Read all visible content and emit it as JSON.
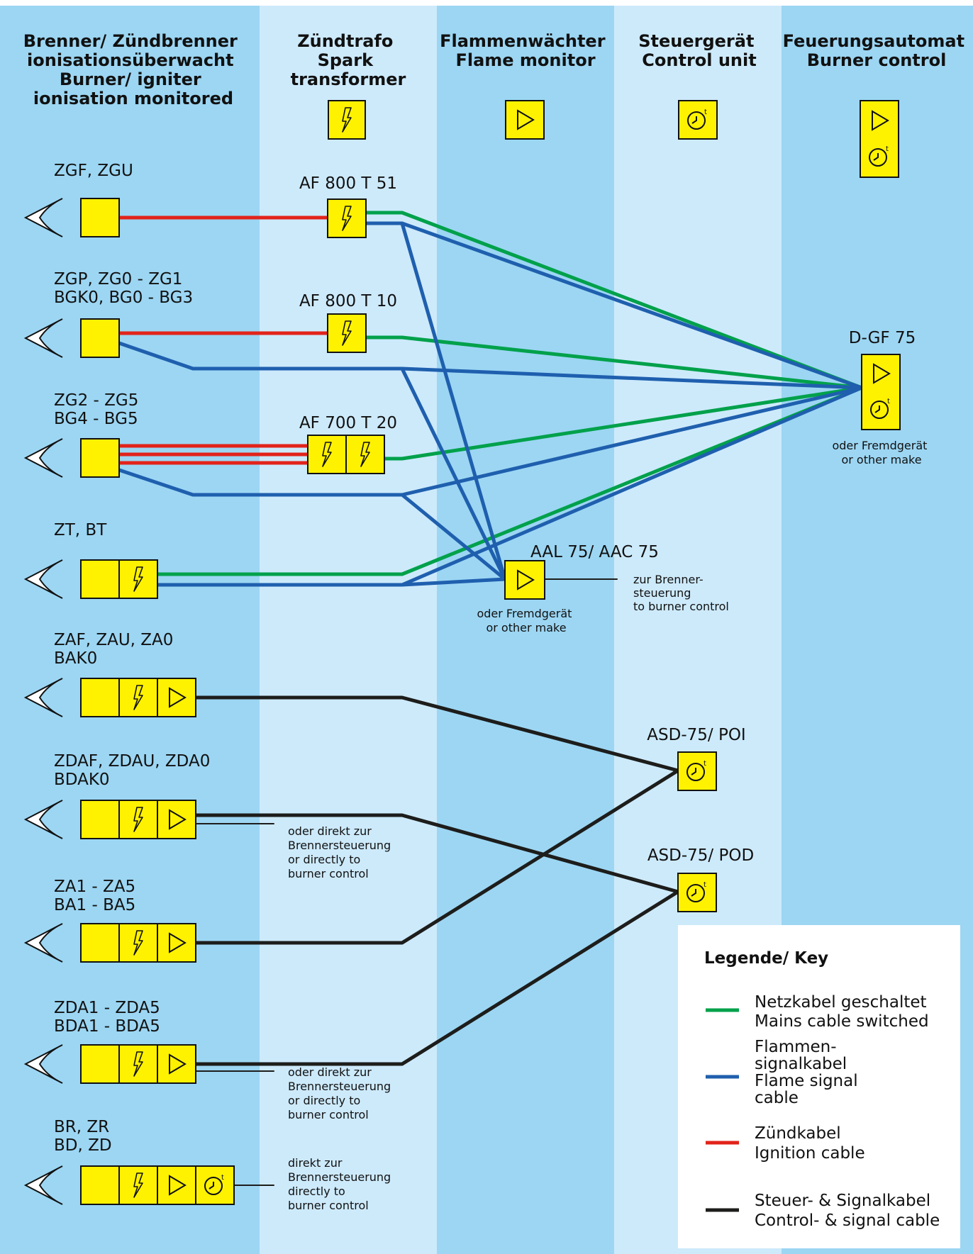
{
  "colors": {
    "col_dark": "#9cd6f3",
    "col_light": "#cdeafb",
    "device": "#fff200",
    "mains": "#00a14b",
    "flame": "#1f5fae",
    "ignition": "#e2231a",
    "control": "#1d1d1b"
  },
  "columns": [
    {
      "lines": [
        "Brenner/ Zündbrenner",
        "ionisationsüberwacht",
        "Burner/ igniter",
        "ionisation monitored"
      ]
    },
    {
      "lines": [
        "Zündtrafo",
        "Spark",
        "transformer"
      ],
      "icon": "spark-icon"
    },
    {
      "lines": [
        "Flammenwächter",
        "Flame monitor"
      ],
      "icon": "flame-monitor-icon"
    },
    {
      "lines": [
        "Steuergerät",
        "Control unit"
      ],
      "icon": "timer-icon"
    },
    {
      "lines": [
        "Feuerungsautomat",
        "Burner control"
      ],
      "icon": "flame-monitor-timer-icon"
    }
  ],
  "burners": [
    {
      "lines": [
        "ZGF, ZGU"
      ]
    },
    {
      "lines": [
        "ZGP, ZG0 - ZG1",
        "BGK0, BG0 - BG3"
      ]
    },
    {
      "lines": [
        "ZG2 - ZG5",
        "BG4 - BG5"
      ]
    },
    {
      "lines": [
        "ZT, BT"
      ]
    },
    {
      "lines": [
        "ZAF, ZAU, ZA0",
        "BAK0"
      ]
    },
    {
      "lines": [
        "ZDAF, ZDAU, ZDA0",
        "BDAK0"
      ]
    },
    {
      "lines": [
        "ZA1 - ZA5",
        "BA1 - BA5"
      ]
    },
    {
      "lines": [
        "ZDA1 - ZDA5",
        "BDA1 - BDA5"
      ]
    },
    {
      "lines": [
        "BR, ZR",
        "BD, ZD"
      ]
    }
  ],
  "devices": {
    "af800t51": "AF 800 T 51",
    "af800t10": "AF 800 T 10",
    "af700t20": "AF 700 T 20",
    "dgf75": "D-GF 75",
    "dgf75_note": [
      "oder Fremdgerät",
      "or other make"
    ],
    "aal75": "AAL 75/ AAC 75",
    "aal75_note": [
      "oder Fremdgerät",
      "or other make"
    ],
    "aal75_out": [
      "zur Brenner-",
      "steuerung",
      "to burner control"
    ],
    "asd75poi": "ASD-75/ POI",
    "asd75pod": "ASD-75/ POD"
  },
  "notes": {
    "direct_or": [
      "oder direkt zur",
      "Brennersteuerung",
      "or directly to",
      "burner control"
    ],
    "direct": [
      "direkt zur",
      "Brennersteuerung",
      "directly to",
      "burner control"
    ]
  },
  "legend": {
    "title": "Legende/ Key",
    "items": [
      {
        "color": "#00a14b",
        "lines": [
          "Netzkabel geschaltet",
          "Mains cable switched"
        ]
      },
      {
        "color": "#1f5fae",
        "lines": [
          "Flammen-",
          "signalkabel",
          "Flame signal",
          "cable"
        ]
      },
      {
        "color": "#e2231a",
        "lines": [
          "Zündkabel",
          "Ignition cable"
        ]
      },
      {
        "color": "#1d1d1b",
        "lines": [
          "Steuer- & Signalkabel",
          "Control- & signal cable"
        ]
      }
    ]
  }
}
